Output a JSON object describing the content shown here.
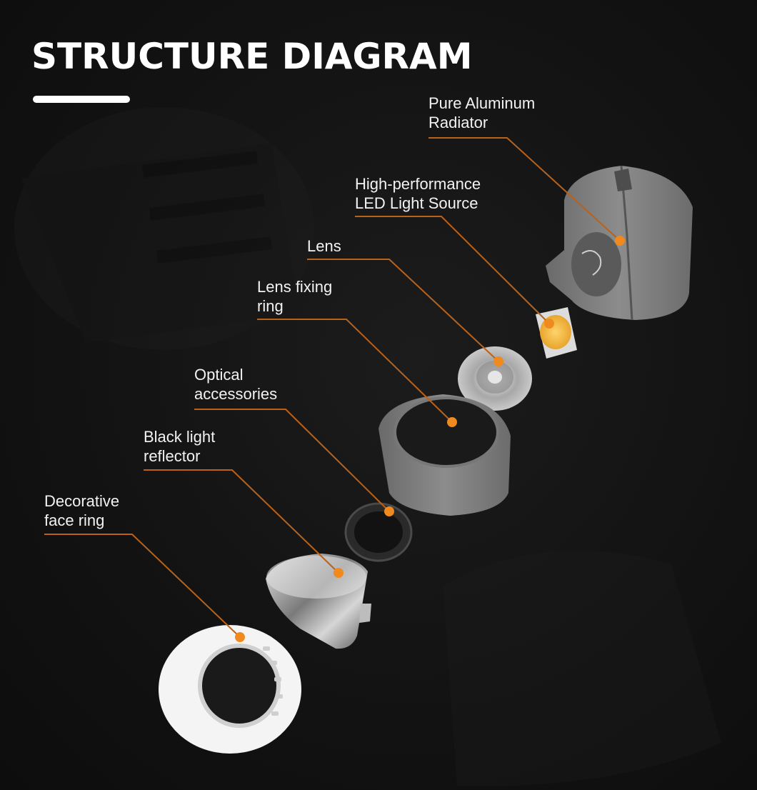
{
  "title": "STRUCTURE DIAGRAM",
  "colors": {
    "background": "#111111",
    "accent_line": "#b8621c",
    "dot": "#f08a1e",
    "text": "#f2f2f2"
  },
  "components": [
    {
      "id": "radiator",
      "line1": "Pure Aluminum",
      "line2": "Radiator"
    },
    {
      "id": "led",
      "line1": "High-performance",
      "line2": "LED Light Source"
    },
    {
      "id": "lens",
      "line1": "Lens",
      "line2": ""
    },
    {
      "id": "fixing-ring",
      "line1": "Lens fixing",
      "line2": "ring"
    },
    {
      "id": "optical",
      "line1": "Optical",
      "line2": "accessories"
    },
    {
      "id": "reflector",
      "line1": "Black light",
      "line2": "reflector"
    },
    {
      "id": "face-ring",
      "line1": "Decorative",
      "line2": "face ring"
    }
  ]
}
